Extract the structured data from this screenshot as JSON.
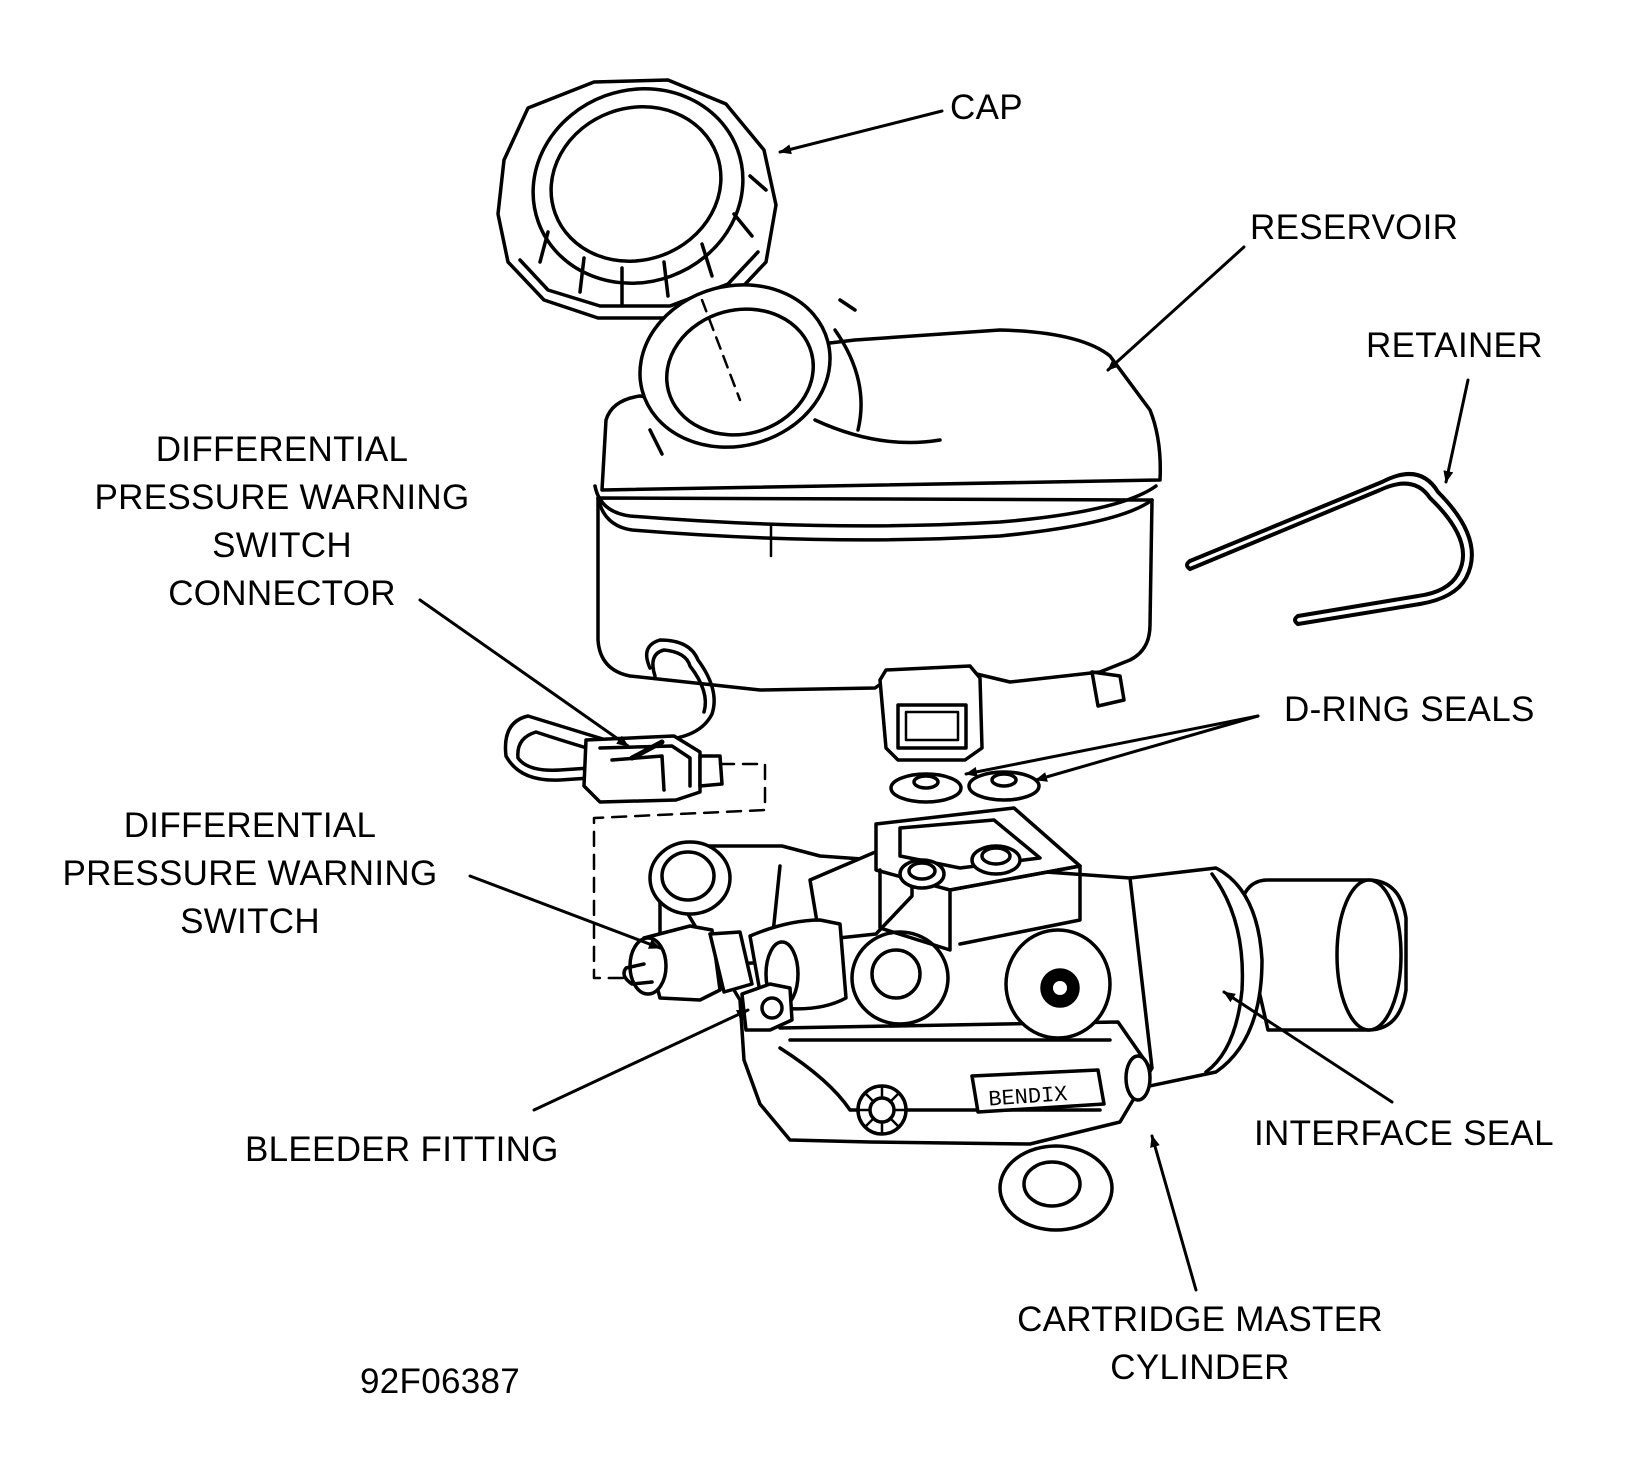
{
  "labels": {
    "cap": "CAP",
    "reservoir": "RESERVOIR",
    "retainer": "RETAINER",
    "connector": [
      "DIFFERENTIAL",
      "PRESSURE WARNING",
      "SWITCH",
      "CONNECTOR"
    ],
    "d_ring_seals": "D-RING SEALS",
    "switch": [
      "DIFFERENTIAL",
      "PRESSURE WARNING",
      "SWITCH"
    ],
    "bleeder_fitting": "BLEEDER FITTING",
    "interface_seal": "INTERFACE SEAL",
    "master_cylinder": [
      "CARTRIDGE MASTER",
      "CYLINDER"
    ],
    "brand_stamp": "BENDIX",
    "figure_id": "92F06387"
  }
}
